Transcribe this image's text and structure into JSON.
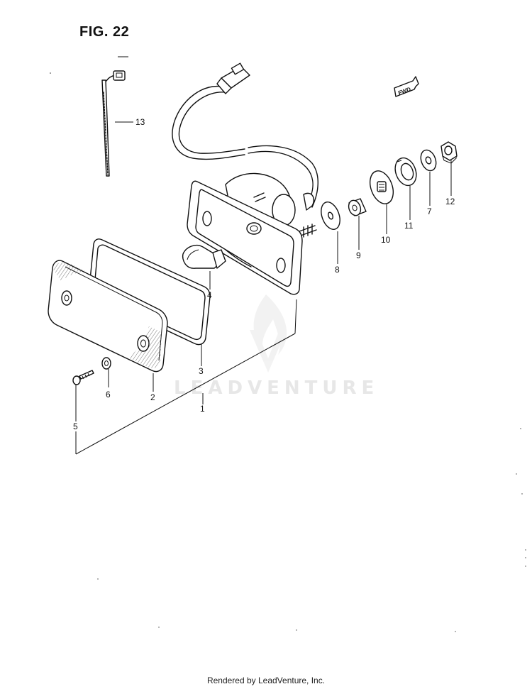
{
  "figure": {
    "title": "FIG. 22",
    "watermark": "LEADVENTURE",
    "footer": "Rendered by LeadVenture, Inc.",
    "fwd_label": "FWD"
  },
  "callouts": {
    "p1": "1",
    "p2": "2",
    "p3": "3",
    "p4": "4",
    "p5": "5",
    "p6": "6",
    "p7": "7",
    "p8": "8",
    "p9": "9",
    "p10": "10",
    "p11": "11",
    "p12": "12",
    "p13": "13"
  }
}
